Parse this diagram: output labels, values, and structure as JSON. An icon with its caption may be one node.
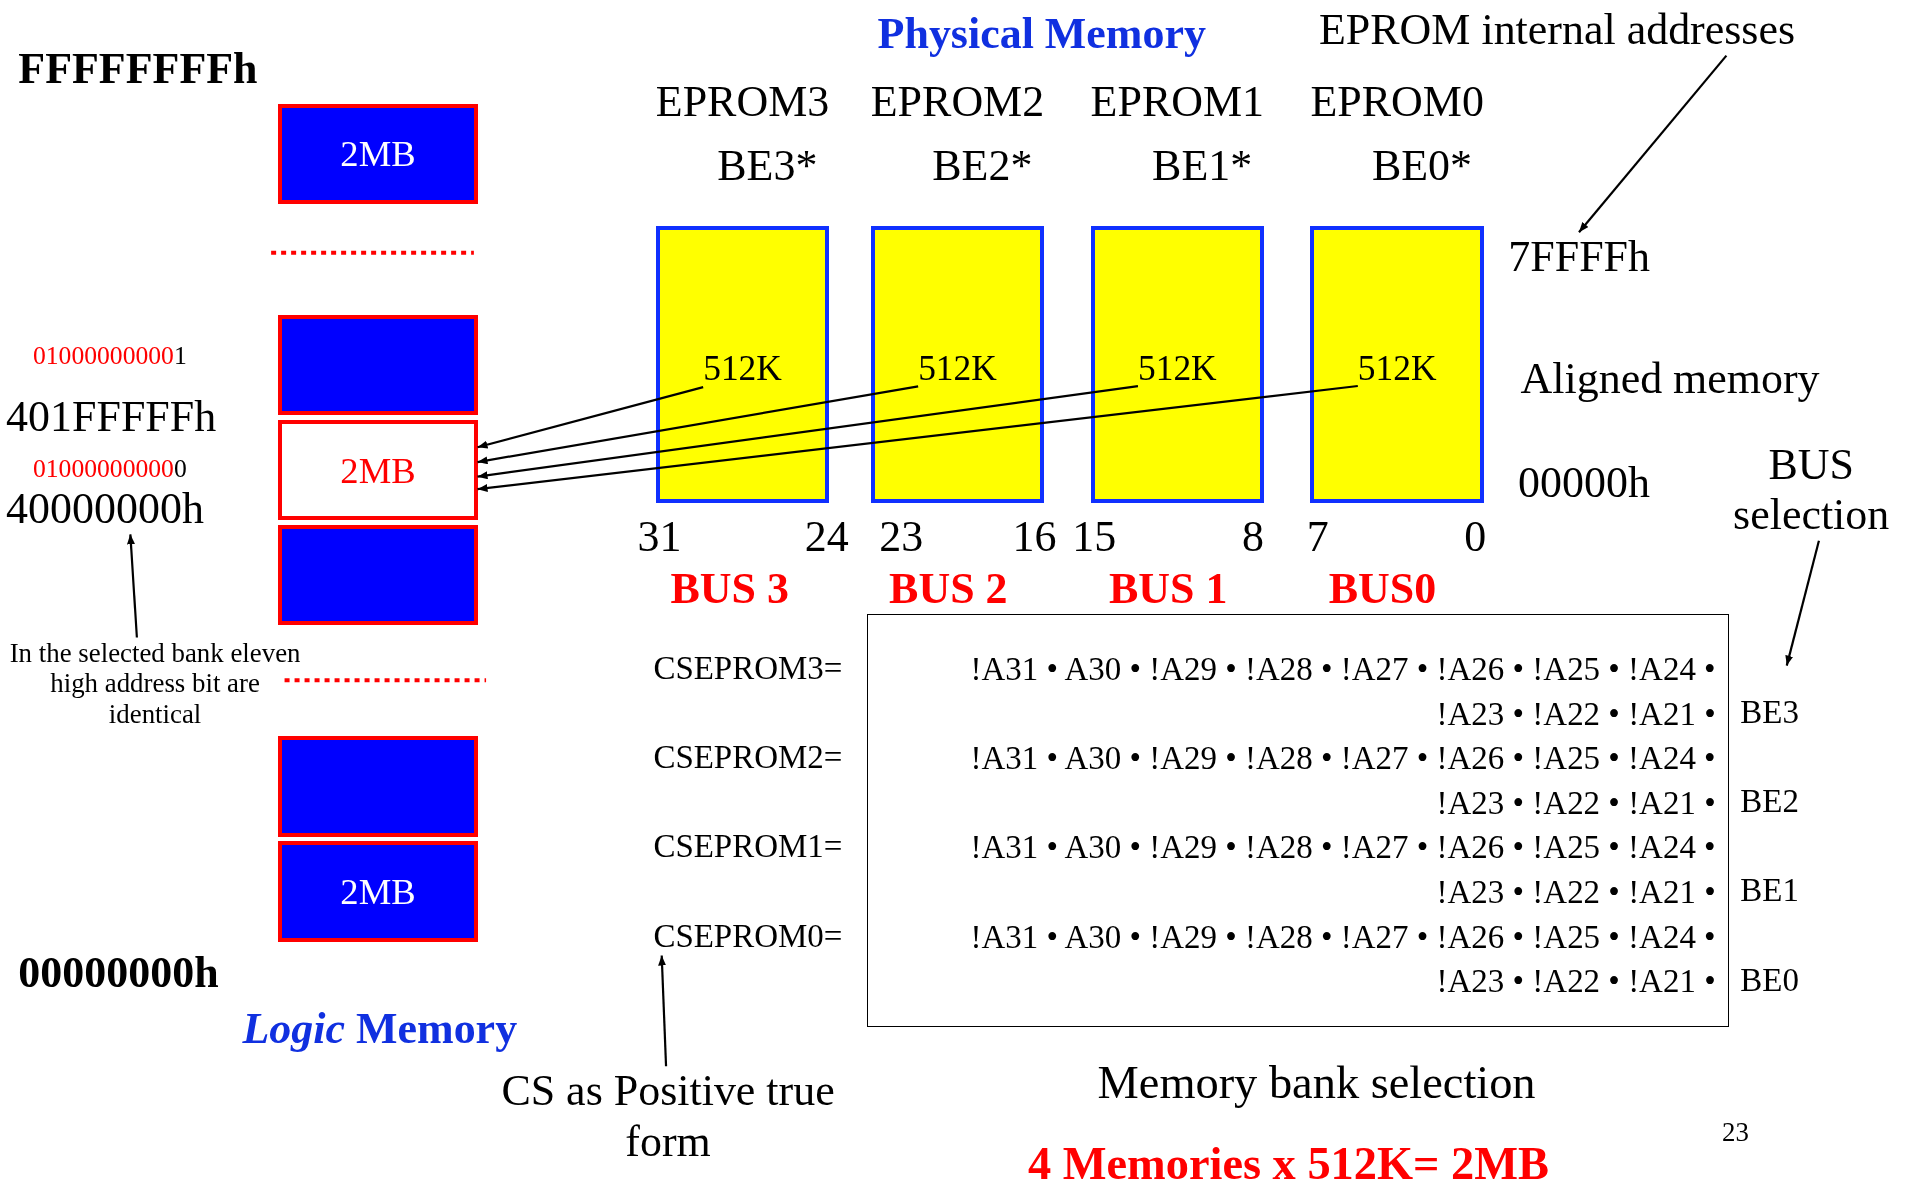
{
  "diagram": {
    "nodes": [
      {
        "text": [
          "2MB"
        ]
      },
      {
        "text": [],
        "shape": "box"
      },
      {
        "text": [
          "2MB"
        ]
      },
      {
        "text": [],
        "shape": "box"
      },
      {
        "text": [],
        "shape": "box"
      },
      {
        "text": [
          "2MB"
        ]
      },
      {
        "text": [
          "EPROM3",
          "BE3*",
          "512K"
        ]
      },
      {
        "text": [
          "EPROM2",
          "BE2*",
          "512K"
        ]
      },
      {
        "text": [
          "EPROM1",
          "BE1*",
          "512K"
        ]
      },
      {
        "text": [
          "EPROM0",
          "BE0*",
          "512K"
        ]
      },
      {
        "text": [
          "!A31 • A30 • !A29 • !A28 • !A27 • !A26 • !A25 • !A24 • !A23 • !A22 • !A21 •",
          "!A31 • A30 • !A29 • !A28 • !A27 • !A26 • !A25 • !A24 • !A23 • !A22 • !A21 •",
          "!A31 • A30 • !A29 • !A28 • !A27 • !A26 • !A25 • !A24 • !A23 • !A22 • !A21 •",
          "!A31 • A30 • !A29 • !A28 • !A27 • !A26 • !A25 • !A24 • !A23 • !A22 • !A21 •"
        ]
      },
      {
        "text": [
          "40000000h"
        ]
      },
      {
        "text": [
          "In the selected bank eleven high address bit are identical"
        ]
      },
      {
        "text": [
          "EPROM internal addresses"
        ]
      },
      {
        "text": [
          "7FFFFh"
        ]
      },
      {
        "text": [
          "BUS selection"
        ]
      },
      {
        "text": [
          "CSEPROM0="
        ]
      },
      {
        "text": [
          "CS as Positive true form"
        ]
      }
    ],
    "edges": [
      {
        "from": 6,
        "to": 2,
        "arrow": "to"
      },
      {
        "from": 7,
        "to": 2,
        "arrow": "to"
      },
      {
        "from": 8,
        "to": 2,
        "arrow": "to"
      },
      {
        "from": 9,
        "to": 2,
        "arrow": "to"
      },
      {
        "from": 12,
        "to": 11,
        "arrow": "to"
      },
      {
        "from": 13,
        "to": 14,
        "arrow": "to"
      },
      {
        "from": 15,
        "to": null,
        "arrow": "to"
      },
      {
        "from": 17,
        "to": 16,
        "arrow": "to"
      }
    ],
    "labels": [
      "FFFFFFFFh",
      "Physical Memory",
      "010000000001",
      "401FFFFFh",
      "010000000000",
      "31",
      "24",
      "23",
      "16",
      "15",
      "8",
      "7",
      "0",
      "BUS 3",
      "BUS 2",
      "BUS 1",
      "BUS0",
      "Aligned memory",
      "00000h",
      "CSEPROM3=",
      "BE3",
      "CSEPROM2=",
      "BE2",
      "CSEPROM1=",
      "BE1",
      "BE0",
      "00000000h",
      "*Logic* Memory",
      "Memory bank selection",
      "4 Memories x 512K= 2MB",
      "23"
    ]
  }
}
